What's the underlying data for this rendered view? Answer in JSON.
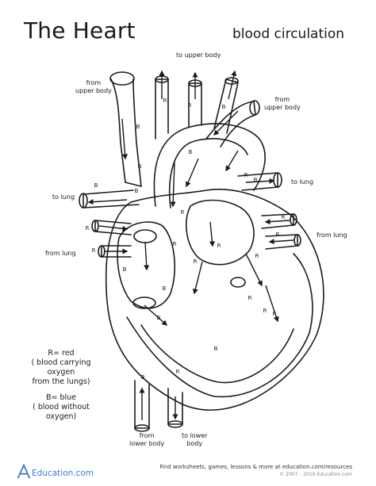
{
  "header": {
    "title": "The Heart",
    "subtitle": "blood circulation"
  },
  "labels": {
    "from_upper_body_left": [
      "from",
      "upper body"
    ],
    "to_upper_body": "to upper body",
    "from_upper_body_right": [
      "from",
      "upper body"
    ],
    "to_lung_left": "to lung",
    "to_lung_right": "to lung",
    "from_lung_left": "from lung",
    "from_lung_right": "from lung",
    "from_lower_body": [
      "from",
      "lower body"
    ],
    "to_lower_body": [
      "to lower",
      "body"
    ]
  },
  "legend": {
    "red": [
      "R= red",
      "( blood carrying",
      "oxygen",
      "from the lungs)"
    ],
    "blue": [
      "B= blue",
      "( blood without",
      "oxygen)"
    ]
  },
  "markers": {
    "red": "R",
    "blue": "B"
  },
  "footer": {
    "brand": "Education.com",
    "tagline": "Find worksheets, games, lessons & more at education.com/resources",
    "copyright": "© 2007 – 2019 Education.com"
  },
  "colors": {
    "ink": "#1a1a1a",
    "brand": "#3a7bd5"
  }
}
